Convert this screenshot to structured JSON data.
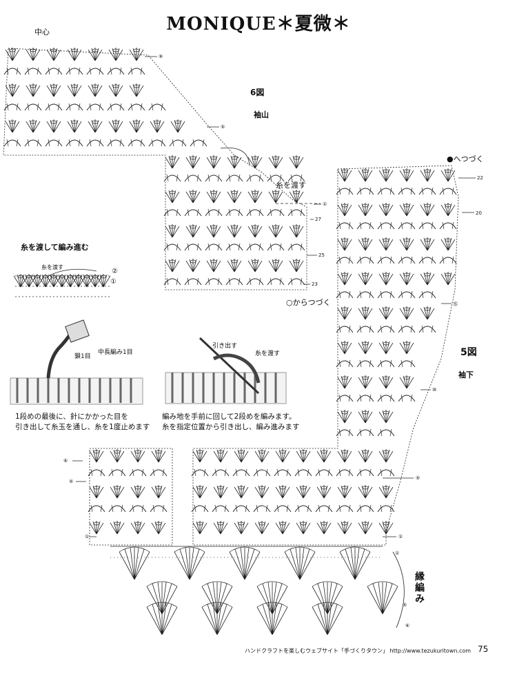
{
  "title": "MONIQUE＊夏微＊",
  "labels": {
    "center": "中心",
    "fig6_num": "6図",
    "fig6_name": "袖山",
    "fig5_num": "5図",
    "fig5_name": "袖下",
    "pass_yarn": "糸を渡す",
    "pass_yarn_small": "糸を渡す",
    "pass_yarn_photo": "糸を渡す",
    "continue_from": "○からつづく",
    "continue_to": "●へつづく",
    "technique_title": "糸を渡して編み進む",
    "chain1": "鎖1目",
    "half_dc1": "中長編み1目",
    "pull_out": "引き出す",
    "border": "縁編み"
  },
  "row_marks": {
    "r9": "⑨",
    "r5a": "⑤",
    "r1a": "①",
    "r27": "27",
    "r25": "25",
    "r23": "23",
    "r22": "22",
    "r20": "20",
    "r15": "⑮",
    "r10": "⑩",
    "r6": "⑥",
    "r5b": "⑤",
    "r5c": "⑤",
    "r1b": "①",
    "r1c": "①",
    "r2s": "②",
    "r1s": "①",
    "r1d": "①",
    "r5d": "⑤",
    "r6b": "⑥"
  },
  "captions": {
    "left_line1": "1段めの最後に、針にかかった目を",
    "left_line2": "引き出して糸玉を通し、糸を1度止めます",
    "right_line1": "編み地を手前に回して2段めを編みます。",
    "right_line2": "糸を指定位置から引き出し、編み進みます"
  },
  "footer": {
    "text": "ハンドクラフトを楽しむウェブサイト「手づくりタウン」 http://www.tezukuritown.com",
    "page": "75"
  }
}
